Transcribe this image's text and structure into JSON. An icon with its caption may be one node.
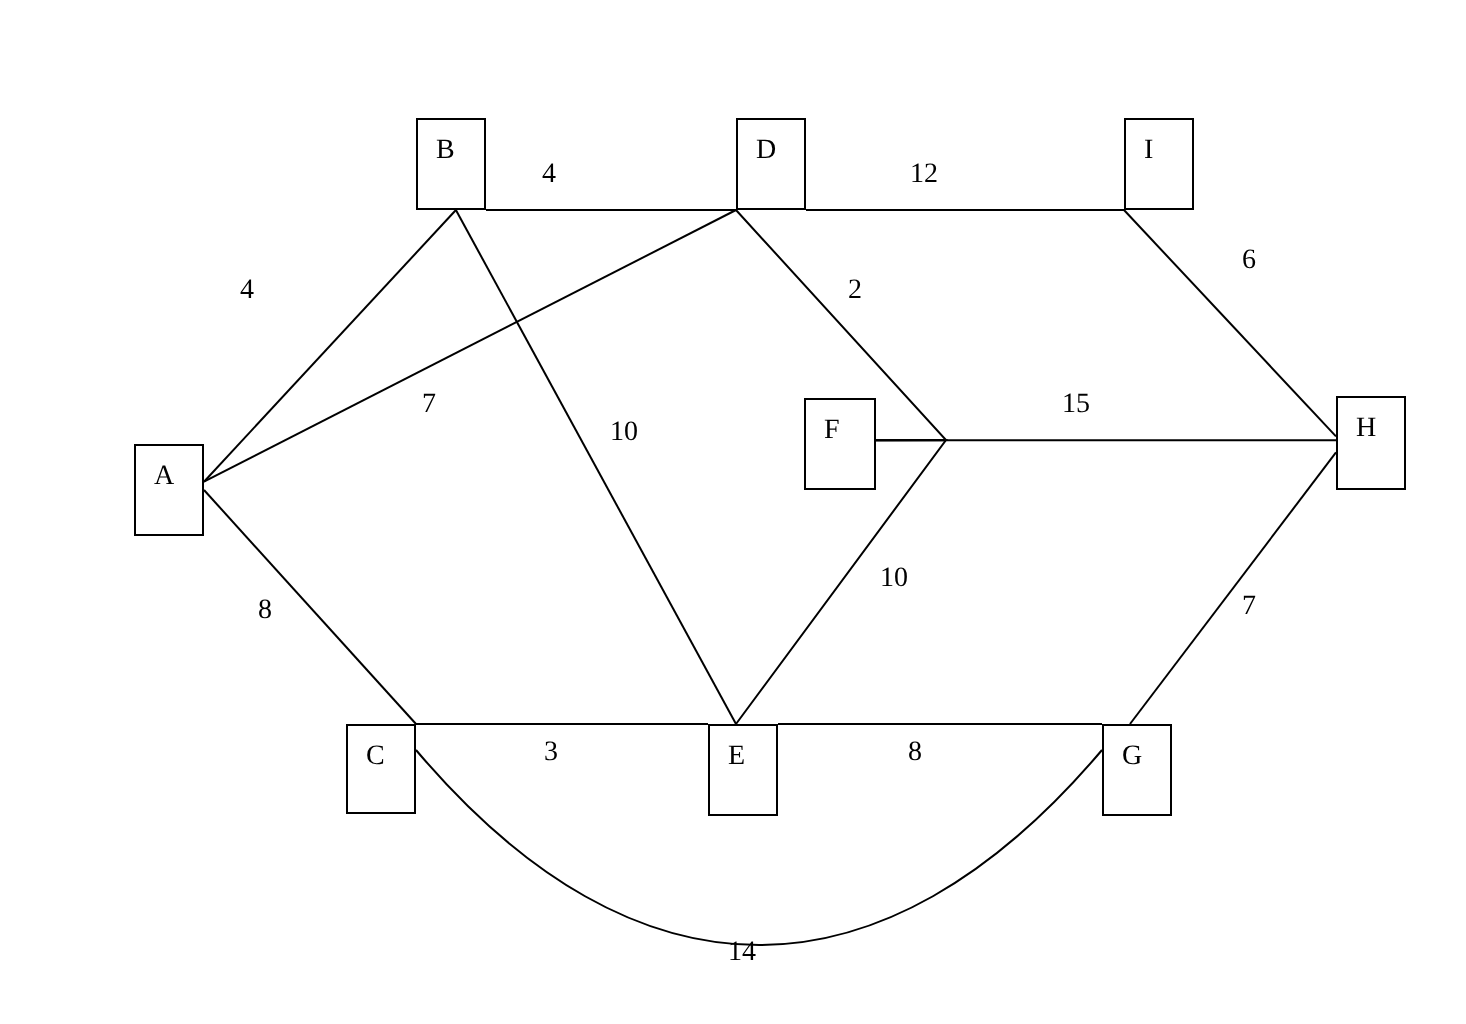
{
  "diagram": {
    "nodes": [
      {
        "text": [
          "A"
        ]
      },
      {
        "text": [
          "B"
        ]
      },
      {
        "text": [
          "D"
        ]
      },
      {
        "text": [
          "I"
        ]
      },
      {
        "text": [
          "F"
        ]
      },
      {
        "text": [
          "H"
        ]
      },
      {
        "text": [
          "C"
        ]
      },
      {
        "text": [
          "E"
        ]
      },
      {
        "text": [
          "G"
        ]
      }
    ],
    "edges": [
      {
        "from": 0,
        "to": 1,
        "arrow": "none",
        "label": "4"
      },
      {
        "from": 1,
        "to": 2,
        "arrow": "none",
        "label": "4"
      },
      {
        "from": 2,
        "to": 3,
        "arrow": "none",
        "label": "12"
      },
      {
        "from": 3,
        "to": 5,
        "arrow": "none",
        "label": "6"
      },
      {
        "from": 0,
        "to": 2,
        "arrow": "none",
        "label": "7"
      },
      {
        "from": 1,
        "to": 7,
        "arrow": "none",
        "label": "10"
      },
      {
        "from": 2,
        "to": 4,
        "arrow": "none",
        "label": "2"
      },
      {
        "from": 4,
        "to": 5,
        "arrow": "none",
        "label": "15"
      },
      {
        "from": 4,
        "to": 7,
        "arrow": "none",
        "label": "10"
      },
      {
        "from": 0,
        "to": 6,
        "arrow": "none",
        "label": "8"
      },
      {
        "from": 6,
        "to": 7,
        "arrow": "none",
        "label": "3"
      },
      {
        "from": 7,
        "to": 8,
        "arrow": "none",
        "label": "8"
      },
      {
        "from": 8,
        "to": 5,
        "arrow": "none",
        "label": "7"
      },
      {
        "from": 6,
        "to": 8,
        "arrow": "none",
        "label": "14"
      }
    ]
  }
}
